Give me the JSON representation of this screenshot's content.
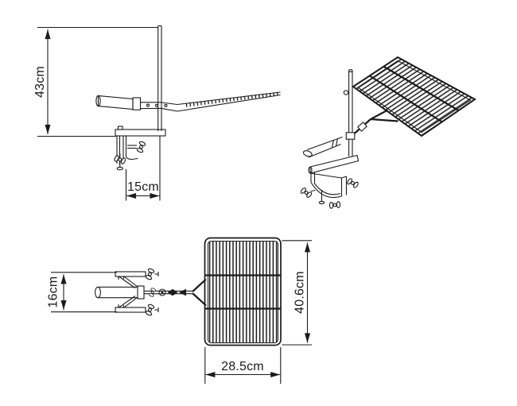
{
  "diagram": {
    "description_visible_text_only": "technical dimension drawing, three views of a clamp-on grill basket",
    "labels": {
      "side_height": "43cm",
      "side_offset": "15cm",
      "top_handle_span": "16cm",
      "top_grate_length": "40.6cm",
      "top_grate_width": "28.5cm"
    },
    "colors": {
      "line": "#1b1b1b",
      "background": "#ffffff"
    }
  }
}
